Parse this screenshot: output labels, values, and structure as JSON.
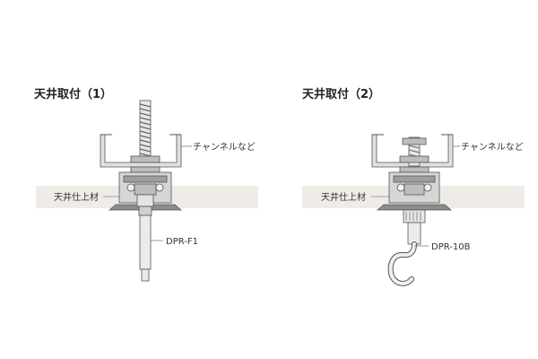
{
  "figures": [
    {
      "title": "天井取付（1）",
      "channel_label": "チャンネルなど",
      "ceiling_label": "天井仕上材",
      "part_label": "DPR-F1"
    },
    {
      "title": "天井取付（2）",
      "channel_label": "チャンネルなど",
      "ceiling_label": "天井仕上材",
      "part_label": "DPR-10B"
    }
  ],
  "colors": {
    "ceiling_band": "#efebe6",
    "metal_light": "#dcdcdc",
    "metal_mid": "#bdbdbd",
    "metal_dark": "#7c7c7c",
    "outline": "#555555"
  }
}
